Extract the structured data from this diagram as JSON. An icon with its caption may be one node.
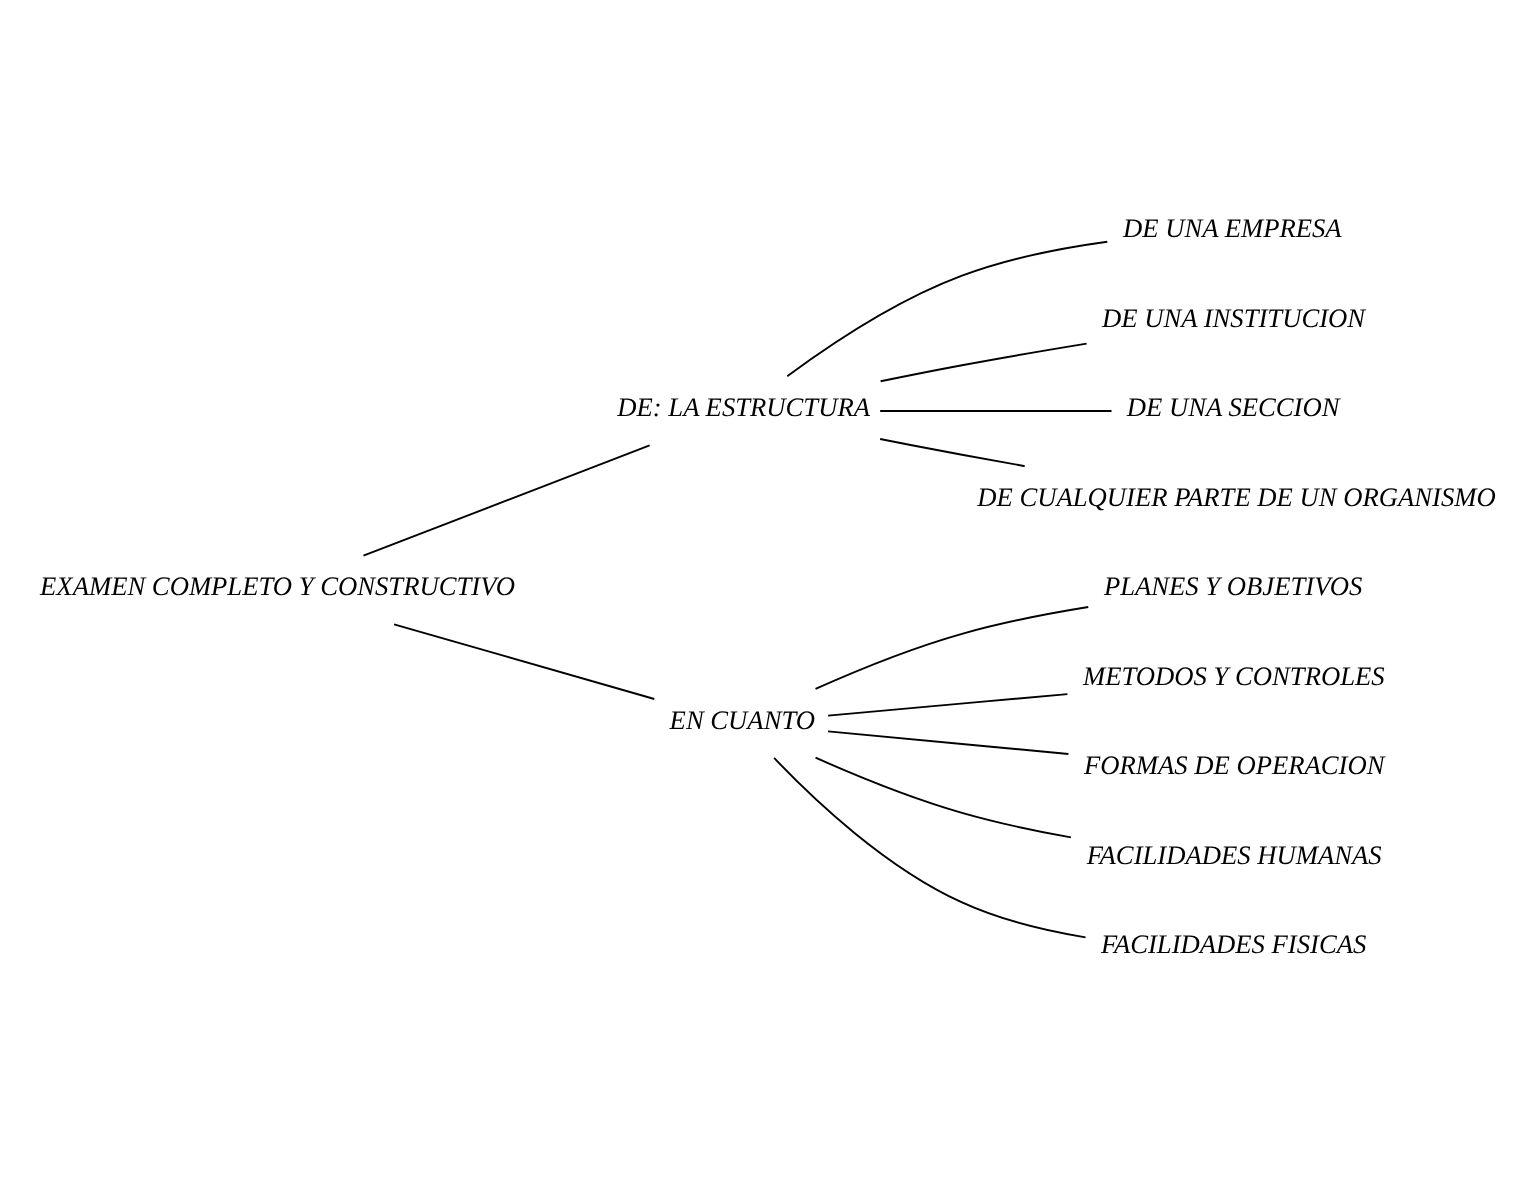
{
  "diagram": {
    "nodes": [
      {
        "text": [
          "EXAMEN COMPLETO Y CONSTRUCTIVO"
        ]
      },
      {
        "text": [
          "DE: LA ESTRUCTURA"
        ]
      },
      {
        "text": [
          "DE UNA EMPRESA"
        ]
      },
      {
        "text": [
          "DE UNA INSTITUCION"
        ]
      },
      {
        "text": [
          "DE UNA SECCION"
        ]
      },
      {
        "text": [
          "DE CUALQUIER PARTE DE UN ORGANISMO"
        ]
      },
      {
        "text": [
          "EN CUANTO"
        ]
      },
      {
        "text": [
          "PLANES Y OBJETIVOS"
        ]
      },
      {
        "text": [
          "METODOS Y CONTROLES"
        ]
      },
      {
        "text": [
          "FORMAS DE OPERACION"
        ]
      },
      {
        "text": [
          "FACILIDADES HUMANAS"
        ]
      },
      {
        "text": [
          "FACILIDADES FISICAS"
        ]
      }
    ],
    "edges": [
      {
        "from": 0,
        "to": 1,
        "arrow": "none"
      },
      {
        "from": 0,
        "to": 6,
        "arrow": "none"
      },
      {
        "from": 1,
        "to": 2,
        "arrow": "none"
      },
      {
        "from": 1,
        "to": 3,
        "arrow": "none"
      },
      {
        "from": 1,
        "to": 4,
        "arrow": "none"
      },
      {
        "from": 1,
        "to": 5,
        "arrow": "none"
      },
      {
        "from": 6,
        "to": 7,
        "arrow": "none"
      },
      {
        "from": 6,
        "to": 8,
        "arrow": "none"
      },
      {
        "from": 6,
        "to": 9,
        "arrow": "none"
      },
      {
        "from": 6,
        "to": 10,
        "arrow": "none"
      },
      {
        "from": 6,
        "to": 11,
        "arrow": "none"
      }
    ]
  }
}
